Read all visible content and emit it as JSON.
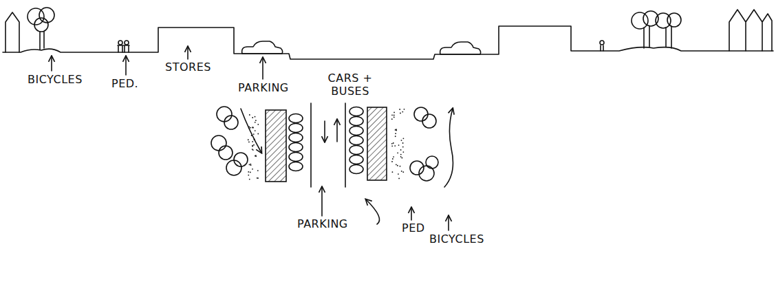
{
  "diagram": {
    "labels": [
      "BICYCLES",
      "PED.",
      "STORES",
      "PARKING",
      "CARS + BUSES",
      "PARKING",
      "PED",
      "BICYCLES"
    ]
  }
}
